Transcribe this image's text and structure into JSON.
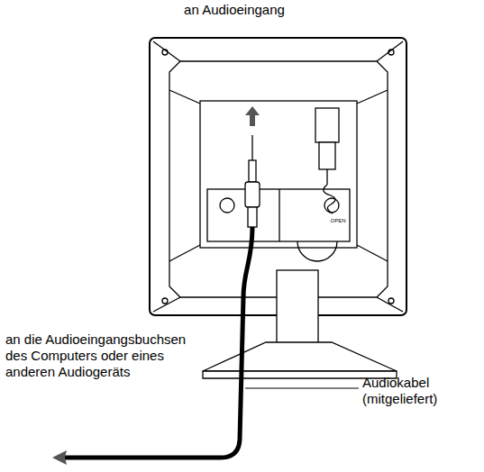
{
  "diagram": {
    "labels": [
      "an Audioeingang",
      "an die Audioeingangsbuchsen des Computers oder eines anderen Audiogeräts",
      "Audiokabel (mitgeliefert)",
      "OPEN"
    ]
  }
}
